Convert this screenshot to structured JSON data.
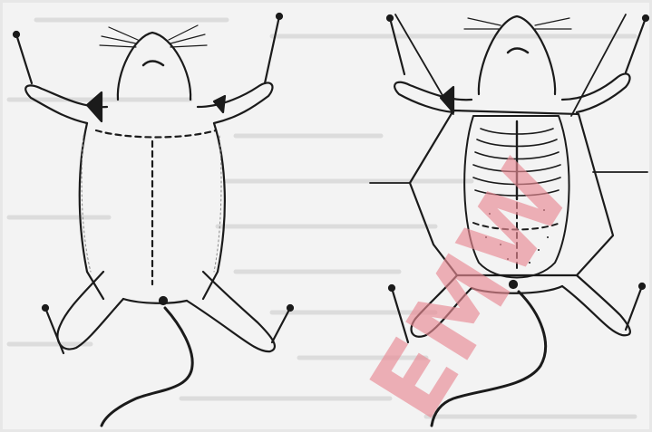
{
  "figure": {
    "panels": [
      {
        "state": "skin incision lines marked"
      },
      {
        "state": "skin opened and pinned, ribcage exposed"
      }
    ],
    "colors": {
      "paper": "#f3f3f3",
      "bleed_text": "#d4d4d4",
      "ink": "#1b1b1b",
      "fur_shade": "#8a8a8a",
      "watermark": "#e98a94"
    },
    "watermark_text": "EMW"
  }
}
